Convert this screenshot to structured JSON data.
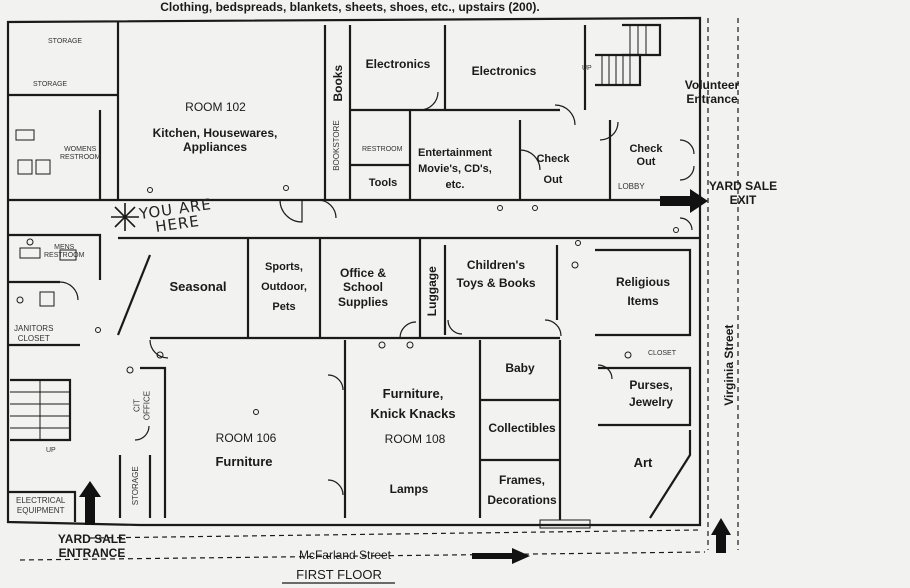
{
  "header_note": "Clothing, bedspreads, blankets, sheets, shoes, etc., upstairs (200).",
  "floor_title": "FIRST FLOOR",
  "rooms": {
    "storage_top": "STORAGE",
    "storage_2": "STORAGE",
    "room102": "ROOM 102",
    "kitchen": [
      "Kitchen,  Housewares,",
      "Appliances"
    ],
    "books": "Books",
    "bookstore": "BOOKSTORE",
    "electronics_1": "Electronics",
    "electronics_2": "Electronics",
    "volunteer": [
      "Volunteer",
      "Entrance"
    ],
    "restroom": "RESTROOM",
    "tools": "Tools",
    "entertainment": [
      "Entertainment",
      "Movie's, CD's,",
      "etc."
    ],
    "checkout_1": [
      "Check",
      "Out"
    ],
    "checkout_2": [
      "Check",
      "Out"
    ],
    "lobby": "LOBBY",
    "womens_restroom": [
      "WOMENS",
      "RESTROOM"
    ],
    "mens_restroom": [
      "MENS",
      "RESTROOM"
    ],
    "you_are_here": [
      "YOU ARE",
      "HERE"
    ],
    "seasonal": "Seasonal",
    "sports": [
      "Sports,",
      "Outdoor,",
      "Pets"
    ],
    "office": [
      "Office  &",
      "School",
      "Supplies"
    ],
    "luggage": "Luggage",
    "childrens": [
      "Children's",
      "Toys & Books"
    ],
    "religious": [
      "Religious",
      "Items"
    ],
    "janitors": [
      "JANITORS",
      "CLOSET"
    ],
    "baby": "Baby",
    "closet": "CLOSET",
    "purses": [
      "Purses,",
      "Jewelry"
    ],
    "furniture_knick": [
      "Furniture,",
      "Knick Knacks"
    ],
    "room108": "ROOM 108",
    "room106": "ROOM 106",
    "furniture": "Furniture",
    "cit_office": [
      "CIT",
      "OFFICE"
    ],
    "collectibles": "Collectibles",
    "art": "Art",
    "lamps": "Lamps",
    "frames": [
      "Frames,",
      "Decorations"
    ],
    "storage_3": "STORAGE",
    "electrical": [
      "ELECTRICAL",
      "EQUIPMENT"
    ],
    "up": "UP"
  },
  "exits": {
    "yard_sale_exit": [
      "YARD SALE",
      "EXIT"
    ],
    "yard_sale_entrance": [
      "YARD SALE",
      "ENTRANCE"
    ]
  },
  "streets": {
    "mcfarland": "McFarland Street",
    "virginia": "Virginia Street"
  },
  "colors": {
    "ink": "#1a1a1a",
    "paper": "#f2f2f0",
    "background": "#d9dadc"
  }
}
